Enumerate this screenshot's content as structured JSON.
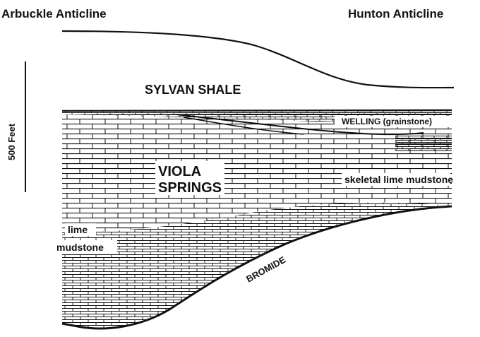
{
  "labels": {
    "left_anticline": "Arbuckle Anticline",
    "right_anticline": "Hunton Anticline",
    "scale": "500 Feet",
    "sylvan": "SYLVAN SHALE",
    "welling": "WELLING (grainstone)",
    "viola_line1": "VIOLA",
    "viola_line2": "SPRINGS",
    "skeletal": "skeletal lime mudstone",
    "lime_line1": "lime",
    "lime_line2": "mudstone",
    "bromide": "BROMIDE"
  }
}
